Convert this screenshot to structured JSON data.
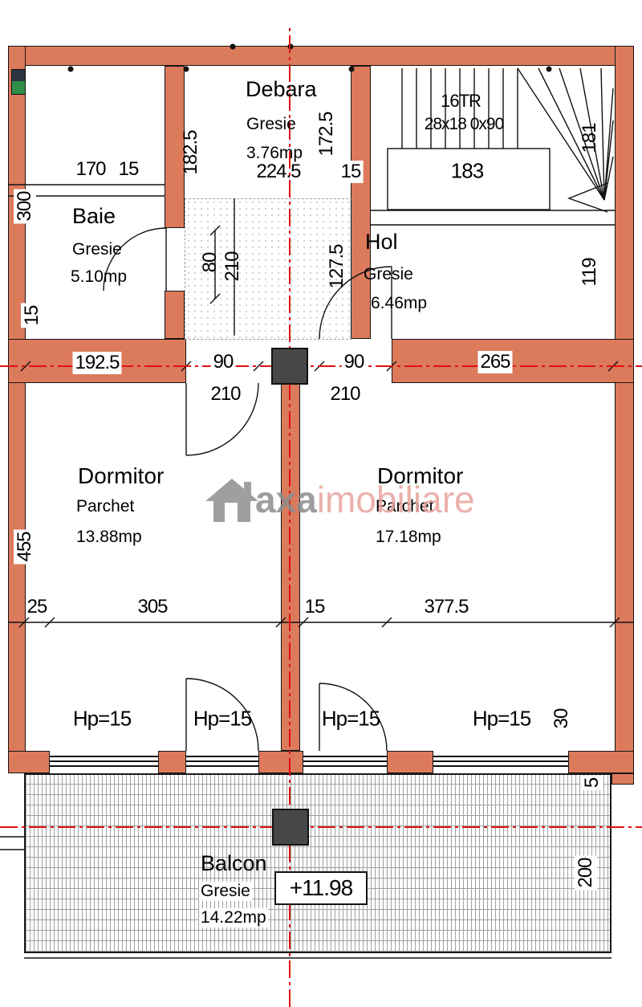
{
  "watermark": {
    "brand": "axa",
    "suffix": "imobiliare"
  },
  "level_marker": {
    "value": "+11.98"
  },
  "stairs": {
    "treads": "16TR",
    "size": "28x18 0x90",
    "width": "183"
  },
  "rooms": {
    "debara": {
      "name": "Debara",
      "finish": "Gresie",
      "area": "3.76mp"
    },
    "baie": {
      "name": "Baie",
      "finish": "Gresie",
      "area": "5.10mp"
    },
    "hol": {
      "name": "Hol",
      "finish": "Gresie",
      "area": "6.46mp"
    },
    "dormitor_left": {
      "name": "Dormitor",
      "finish": "Parchet",
      "area": "13.88mp"
    },
    "dormitor_right": {
      "name": "Dormitor",
      "finish": "Parchet",
      "area": "17.18mp"
    },
    "balcon": {
      "name": "Balcon",
      "finish": "Gresie",
      "area": "14.22mp"
    }
  },
  "dimensions": {
    "top_170": "170",
    "top_15": "15",
    "left_300": "300",
    "left_15": "15",
    "debara_182_5": "182.5",
    "debara_224_5": "224.5",
    "debara_172_5": "172.5",
    "debara_15": "15",
    "stair_181": "181",
    "hol_119": "119",
    "hol_127_5": "127.5",
    "niche_80": "80",
    "niche_210": "210",
    "band_192_5": "192.5",
    "band_90_left": "90",
    "band_90_right": "90",
    "band_265": "265",
    "door_210_left": "210",
    "door_210_right": "210",
    "left_455": "455",
    "bottom_25": "25",
    "bottom_305": "305",
    "bottom_15": "15",
    "bottom_377_5": "377.5",
    "hp_1": "Hp=15",
    "hp_2": "Hp=15",
    "hp_3": "Hp=15",
    "hp_4": "Hp=15",
    "right_30": "30",
    "right_5": "5",
    "right_200": "200"
  },
  "colors": {
    "wall": "#dc7a5c",
    "centerline": "#e01010",
    "column": "#474747"
  }
}
